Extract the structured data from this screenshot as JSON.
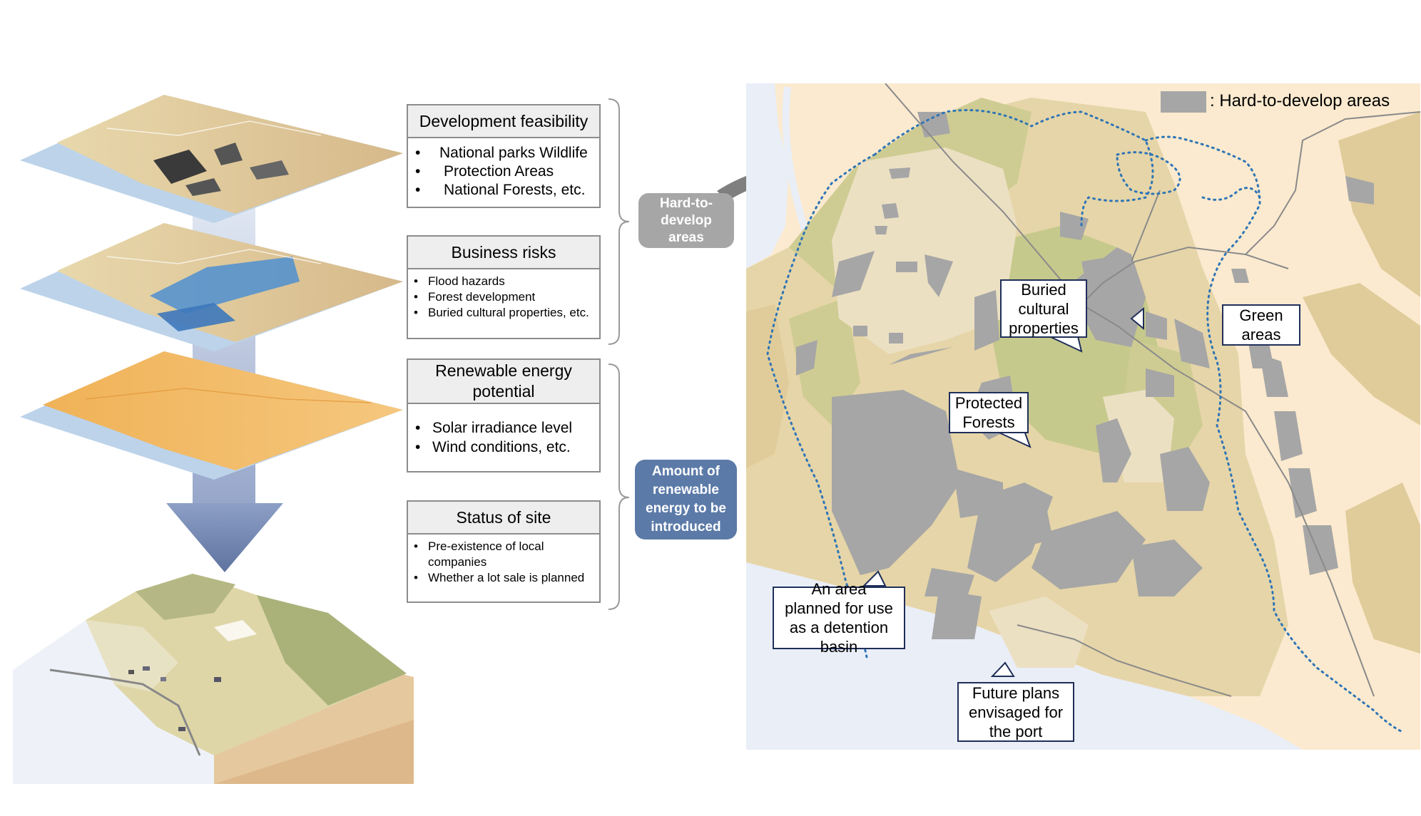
{
  "panels": [
    {
      "title": "Development feasibility",
      "items": [
        "National parks Wildlife",
        "Protection Areas",
        "National Forests, etc."
      ]
    },
    {
      "title": "Business risks",
      "items": [
        "Flood hazards",
        "Forest development",
        "Buried cultural properties, etc."
      ]
    },
    {
      "title": "Renewable energy potential",
      "items": [
        "Solar irradiance level",
        "Wind conditions, etc."
      ]
    },
    {
      "title": "Status of site",
      "items": [
        "Pre-existence of local companies",
        "Whether a lot sale is planned"
      ]
    }
  ],
  "pills": {
    "hard_to_develop": "Hard-to-develop areas",
    "amount_renewable": "Amount of renewable energy to be introduced"
  },
  "legend": {
    "label": ": Hard-to-develop areas",
    "swatch_color": "#a6a6a6"
  },
  "callouts": {
    "buried": "Buried cultural properties",
    "green": "Green areas",
    "protected": "Protected Forests",
    "detention": "An area planned for use as a detention basin",
    "port": "Future plans envisaged for the port"
  },
  "colors": {
    "pill_gray": "#a6a6a6",
    "pill_blue": "#5b7aa8",
    "hard_area": "#a6a6a6",
    "boundary": "#2e75b6",
    "callout_border": "#1f2f5a"
  }
}
